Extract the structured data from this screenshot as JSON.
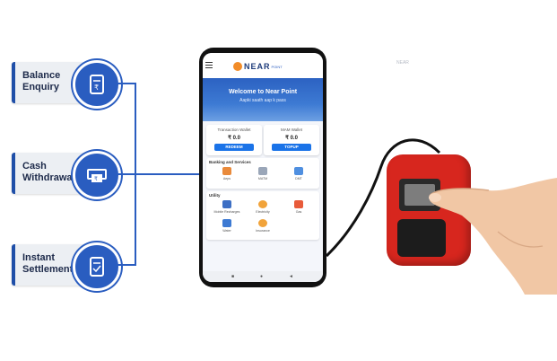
{
  "features": [
    {
      "label": "Balance\nEnquiry",
      "icon": "balance-enquiry-icon"
    },
    {
      "label": "Cash\nWithdrawal",
      "icon": "cash-withdrawal-icon"
    },
    {
      "label": "Instant\nSettlement",
      "icon": "instant-settlement-icon"
    }
  ],
  "app": {
    "logo_text": "NEAR",
    "logo_sub": "POINT",
    "welcome_title": "Welcome to Near Point",
    "welcome_subtitle": "Aapki saath aap k pass",
    "transaction_wallet": {
      "label": "Transaction Wallet",
      "value": "₹ 0.0",
      "button": "REDEEM"
    },
    "mam_wallet": {
      "label": "MAM Wallet",
      "value": "₹ 0.0",
      "button": "TOPUP"
    },
    "banking_title": "Banking and Services",
    "banking_items": [
      "Aeps",
      "MATM",
      "DMT"
    ],
    "utility_title": "Utility",
    "utility_items": [
      "Mobile Recharges",
      "Electricity",
      "Gas",
      "Water",
      "Insurance"
    ],
    "nav": [
      "■",
      "●",
      "◄"
    ]
  },
  "watermark": "NEAR",
  "colors": {
    "brand_blue": "#2a5dc0",
    "scanner_red": "#d7261e",
    "button_blue": "#1a73e8",
    "logo_orange": "#f28c28"
  }
}
